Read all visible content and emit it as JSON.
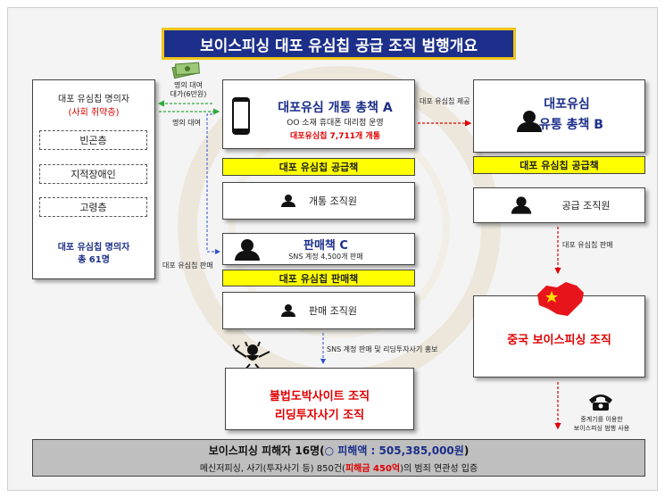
{
  "title": "보이스피싱 대포 유심칩 공급 조직 범행개요",
  "left_panel": {
    "heading": "대포 유심칩 명의자",
    "subheading": "(사회 취약층)",
    "items": [
      "빈곤층",
      "지적장애인",
      "고령층"
    ],
    "total_line1": "대포 유심칩 명의자",
    "total_line2": "총 61명"
  },
  "arrow_labels": {
    "name_lend_line1": "명의 대여",
    "name_lend_line2": "대가(6만원)",
    "name_lend": "명의 대여",
    "sim_supply": "대포 유심칩 제공",
    "sim_sale_left": "대포 유심칩 판매",
    "sim_sale_right": "대포 유심칩 판매",
    "sns_promo": "SNS 계정 판매 및 리딩투자사기 홍보",
    "relay_line1": "중계기를 이용한",
    "relay_line2": "보이스피싱 범행 사용"
  },
  "boss_a": {
    "title": "대포유심 개통 총책 A",
    "subtitle": "OO 소재 휴대폰 대리점 운영",
    "count": "대포유심칩 7,711개 개통"
  },
  "supply_bar_a": "대포 유심칩 공급책",
  "opening_member": "개통 조직원",
  "seller_c": {
    "title": "판매책 C",
    "subtitle": "SNS 계정 4,500개 판매"
  },
  "sale_bar": "대포 유심칩 판매책",
  "sales_member": "판매 조직원",
  "illegal_box": {
    "line1": "불법도박사이트 조직",
    "line2": "리딩투자사기 조직"
  },
  "boss_b": {
    "line1": "대포유심",
    "line2": "유통 총책 B"
  },
  "supply_bar_b": "대포 유심칩 공급책",
  "supply_member": "공급 조직원",
  "china_org": "중국 보이스피싱 조직",
  "footer": {
    "line1_prefix": "보이스피싱 피해자 16명(",
    "line1_amount": "○ 피해액 : 505,385,000원",
    "line1_suffix": ")",
    "line2_prefix": "메신저피싱, 사기(투자사기 등) 850건(",
    "line2_amount": "피해금 450억",
    "line2_suffix": ")의 범죄 연관성 입증"
  },
  "colors": {
    "title_bg": "#1c2f8a",
    "title_border": "#f0c419",
    "highlight_yellow": "#ffff00",
    "accent_red": "#e00000",
    "accent_blue": "#1c2f8a",
    "footer_bg": "#bfbfbf",
    "china_red": "#e8141b"
  }
}
